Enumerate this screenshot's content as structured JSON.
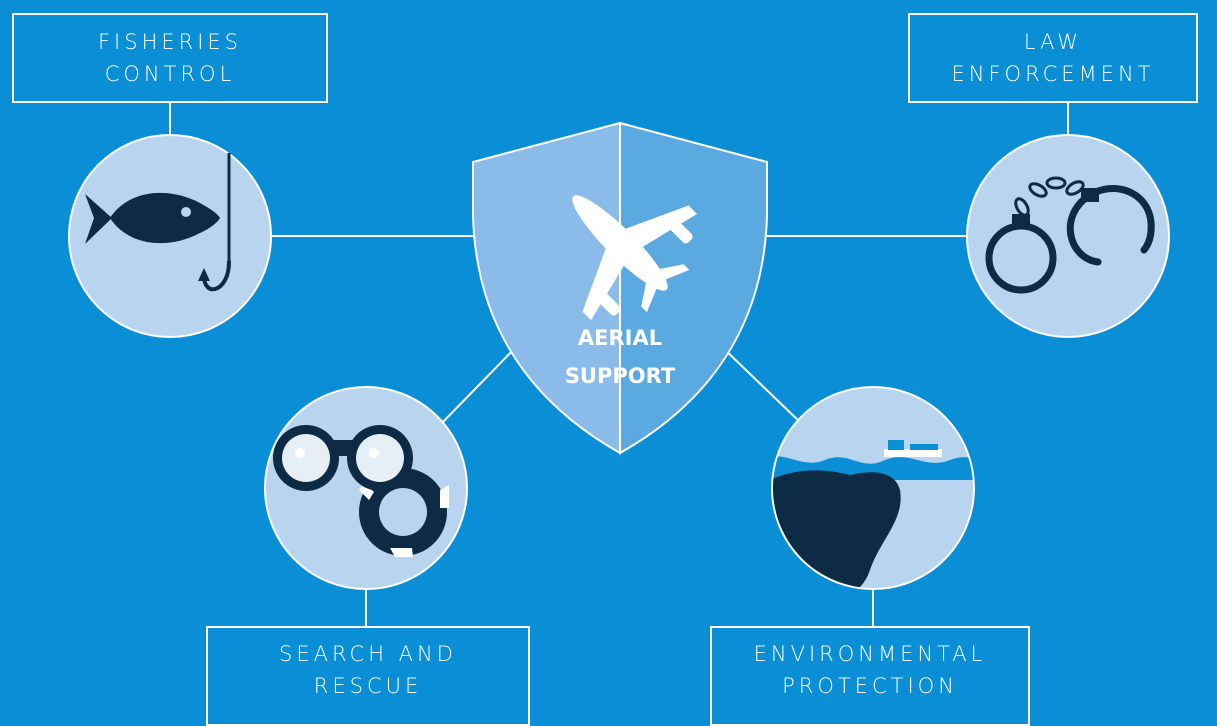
{
  "center": {
    "line1": "AERIAL",
    "line2": "SUPPORT",
    "icon": "airplane-icon"
  },
  "nodes": {
    "fisheries": {
      "line1": "FISHERIES",
      "line2": "CONTROL",
      "icon": "fish-hook-icon"
    },
    "law": {
      "line1": "LAW",
      "line2": "ENFORCEMENT",
      "icon": "handcuffs-icon"
    },
    "search": {
      "line1": "SEARCH AND",
      "line2": "RESCUE",
      "icon": "binoculars-lifebuoy-icon"
    },
    "environment": {
      "line1": "ENVIRONMENTAL",
      "line2": "PROTECTION",
      "icon": "oil-spill-icon"
    }
  },
  "colors": {
    "background": "#0a8fd6",
    "circle_fill": "#b8d4ee",
    "shield_left": "#8bbce9",
    "shield_right": "#5aa9e0",
    "icon_dark": "#0d2b45",
    "line": "#ffffff"
  }
}
